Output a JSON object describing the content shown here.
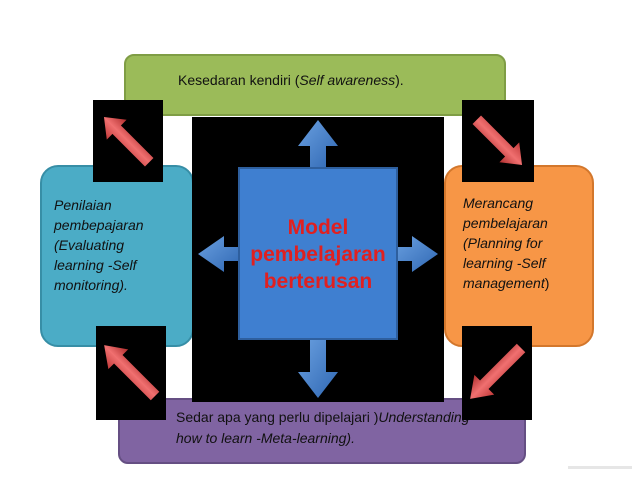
{
  "diagram": {
    "top": {
      "text_plain": "Kesedaran kendiri  (",
      "text_italic": "Self awareness",
      "text_end": ")."
    },
    "bottom": {
      "line1_plain": "Sedar apa yang perlu dipelajari )",
      "line1_italic": "Understanding",
      "line2_italic": "how to learn -Meta-learning).",
      "line2_end": ""
    },
    "left": {
      "lines": [
        "Penilaian",
        "pembepajaran",
        "(Evaluating",
        "learning -Self",
        "monitoring)."
      ]
    },
    "right": {
      "lines": [
        "Merancang",
        "pembelajaran",
        "(Planning for",
        "learning -Self"
      ],
      "last_italic": "management",
      "last_end": ")"
    },
    "center": {
      "lines": [
        "Model",
        "pembelajaran",
        "berterusan"
      ]
    },
    "colors": {
      "top": "#9bbb59",
      "bottom": "#8064a2",
      "left": "#4bacc6",
      "right": "#f79646",
      "center": "#3f7fd0",
      "center_text": "#e02020",
      "cycle_arrows": "#e05050"
    }
  }
}
